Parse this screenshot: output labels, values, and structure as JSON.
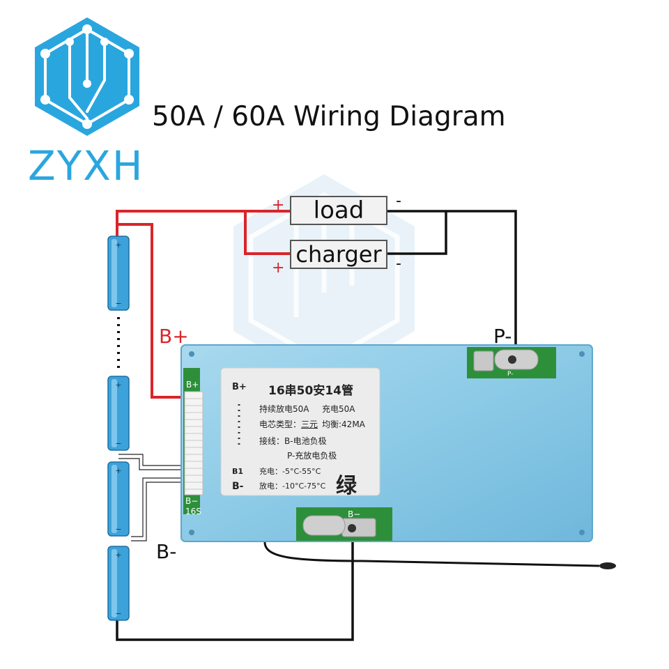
{
  "brand": {
    "name": "ZYXH",
    "color": "#2aa6df"
  },
  "title": "50A / 60A Wiring Diagram",
  "devices": {
    "load_label": "load",
    "charger_label": "charger",
    "load_plus": "+",
    "load_minus": "-",
    "charger_plus": "+",
    "charger_minus": "-"
  },
  "terminals": {
    "b_plus": "B+",
    "b_minus": "B-",
    "p_minus": "P-"
  },
  "board": {
    "connector_top": "B+",
    "connector_bottom": "B−",
    "connector_count": "16S",
    "pad_bottom": "B−",
    "pad_top": "P-"
  },
  "sticker": {
    "left_top": "B+",
    "left_mid": "B1",
    "left_bottom": "B-",
    "heading": "16串50安14管",
    "line1_a": "持续放电50A",
    "line1_b": "充电50A",
    "line2_a": "电芯类型：",
    "line2_b": "三元",
    "line2_c": "均衡:42MA",
    "line3": "接线：B-电池负极",
    "line4": "P-充放电负极",
    "line5": "充电：-5°C-55°C",
    "line6": "放电：-10°C-75°C",
    "mark": "绿"
  },
  "colors": {
    "positive_wire": "#d9252a",
    "negative_wire": "#111111",
    "board": "#8ccae6",
    "cell": "#3da2da",
    "pcb": "#2e8f3a"
  }
}
